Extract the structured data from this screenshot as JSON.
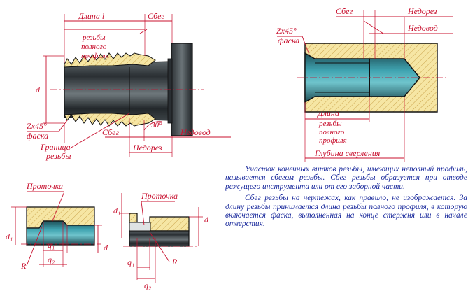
{
  "labels": {
    "length_l": "Длина l",
    "run_out": "Сбег",
    "full_profile_threads": "резьбы полного профиля",
    "chamfer_size": "Zx45°",
    "chamfer": "фаска",
    "thread_boundary": "Граница резьбы",
    "undercut_ned": "Недорез",
    "undercut_gap": "Недовод",
    "angle_30": "30°",
    "diameter": "d",
    "length": "Длина",
    "drill_depth": "Глубина сверления",
    "groove": "Проточка",
    "d1": "d₁",
    "q1": "q₁",
    "q2": "q₂",
    "R": "R"
  },
  "text": {
    "paragraph1": "Участок конечных витков резьбы, имеющих неполный профиль, называется сбегом резьбы. Сбег резьбы образуется при отводе режущего инструмента или от его заборной части.",
    "paragraph2": "Сбег резьбы на чертежах, как правило, не изображается. За длину резьбы принимается длина резьбы полного профиля, в которую включается фаска, выполненная на конце стержня или в начале отверстия."
  },
  "colors": {
    "annotation": "#c8102e",
    "body_text": "#1a2a9c",
    "hatch_fill": "#f6e6a4",
    "metal_dark": "#2c3135",
    "metal_cyan": "#3fa3b0"
  }
}
